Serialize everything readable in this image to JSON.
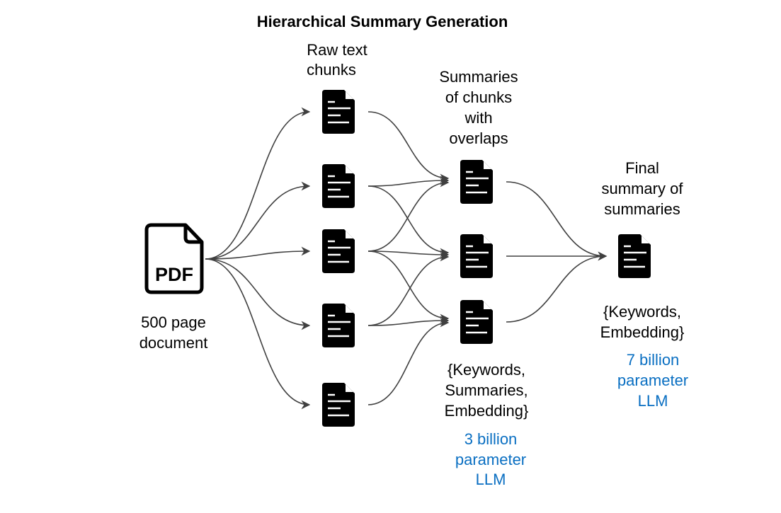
{
  "title": "Hierarchical Summary Generation",
  "source": {
    "label": [
      "500 page",
      "document"
    ],
    "icon": "pdf-file-icon",
    "icon_text": "PDF"
  },
  "chunks": {
    "label": [
      "Raw text",
      "chunks"
    ],
    "count": 5,
    "icon": "document-icon"
  },
  "summaries": {
    "label": [
      "Summaries",
      "of chunks",
      "with",
      "overlaps"
    ],
    "count": 3,
    "icon": "document-icon",
    "outputs": [
      "{Keywords,",
      "Summaries,",
      "Embedding}"
    ],
    "model": [
      "3 billion",
      "parameter",
      "LLM"
    ]
  },
  "final": {
    "label": [
      "Final",
      "summary of",
      "summaries"
    ],
    "icon": "document-icon",
    "outputs": [
      "{Keywords,",
      "Embedding}"
    ],
    "model": [
      "7 billion",
      "parameter",
      "LLM"
    ]
  },
  "edges": {
    "source_to_chunks": [
      0,
      1,
      2,
      3,
      4
    ],
    "chunks_to_summaries": [
      [
        0,
        0
      ],
      [
        1,
        0
      ],
      [
        1,
        1
      ],
      [
        2,
        0
      ],
      [
        2,
        1
      ],
      [
        2,
        2
      ],
      [
        3,
        1
      ],
      [
        3,
        2
      ],
      [
        4,
        2
      ]
    ],
    "summaries_to_final": [
      0,
      1,
      2
    ]
  },
  "colors": {
    "model_text": "#0a6fc2",
    "edge": "#404040",
    "icon": "#000000"
  }
}
